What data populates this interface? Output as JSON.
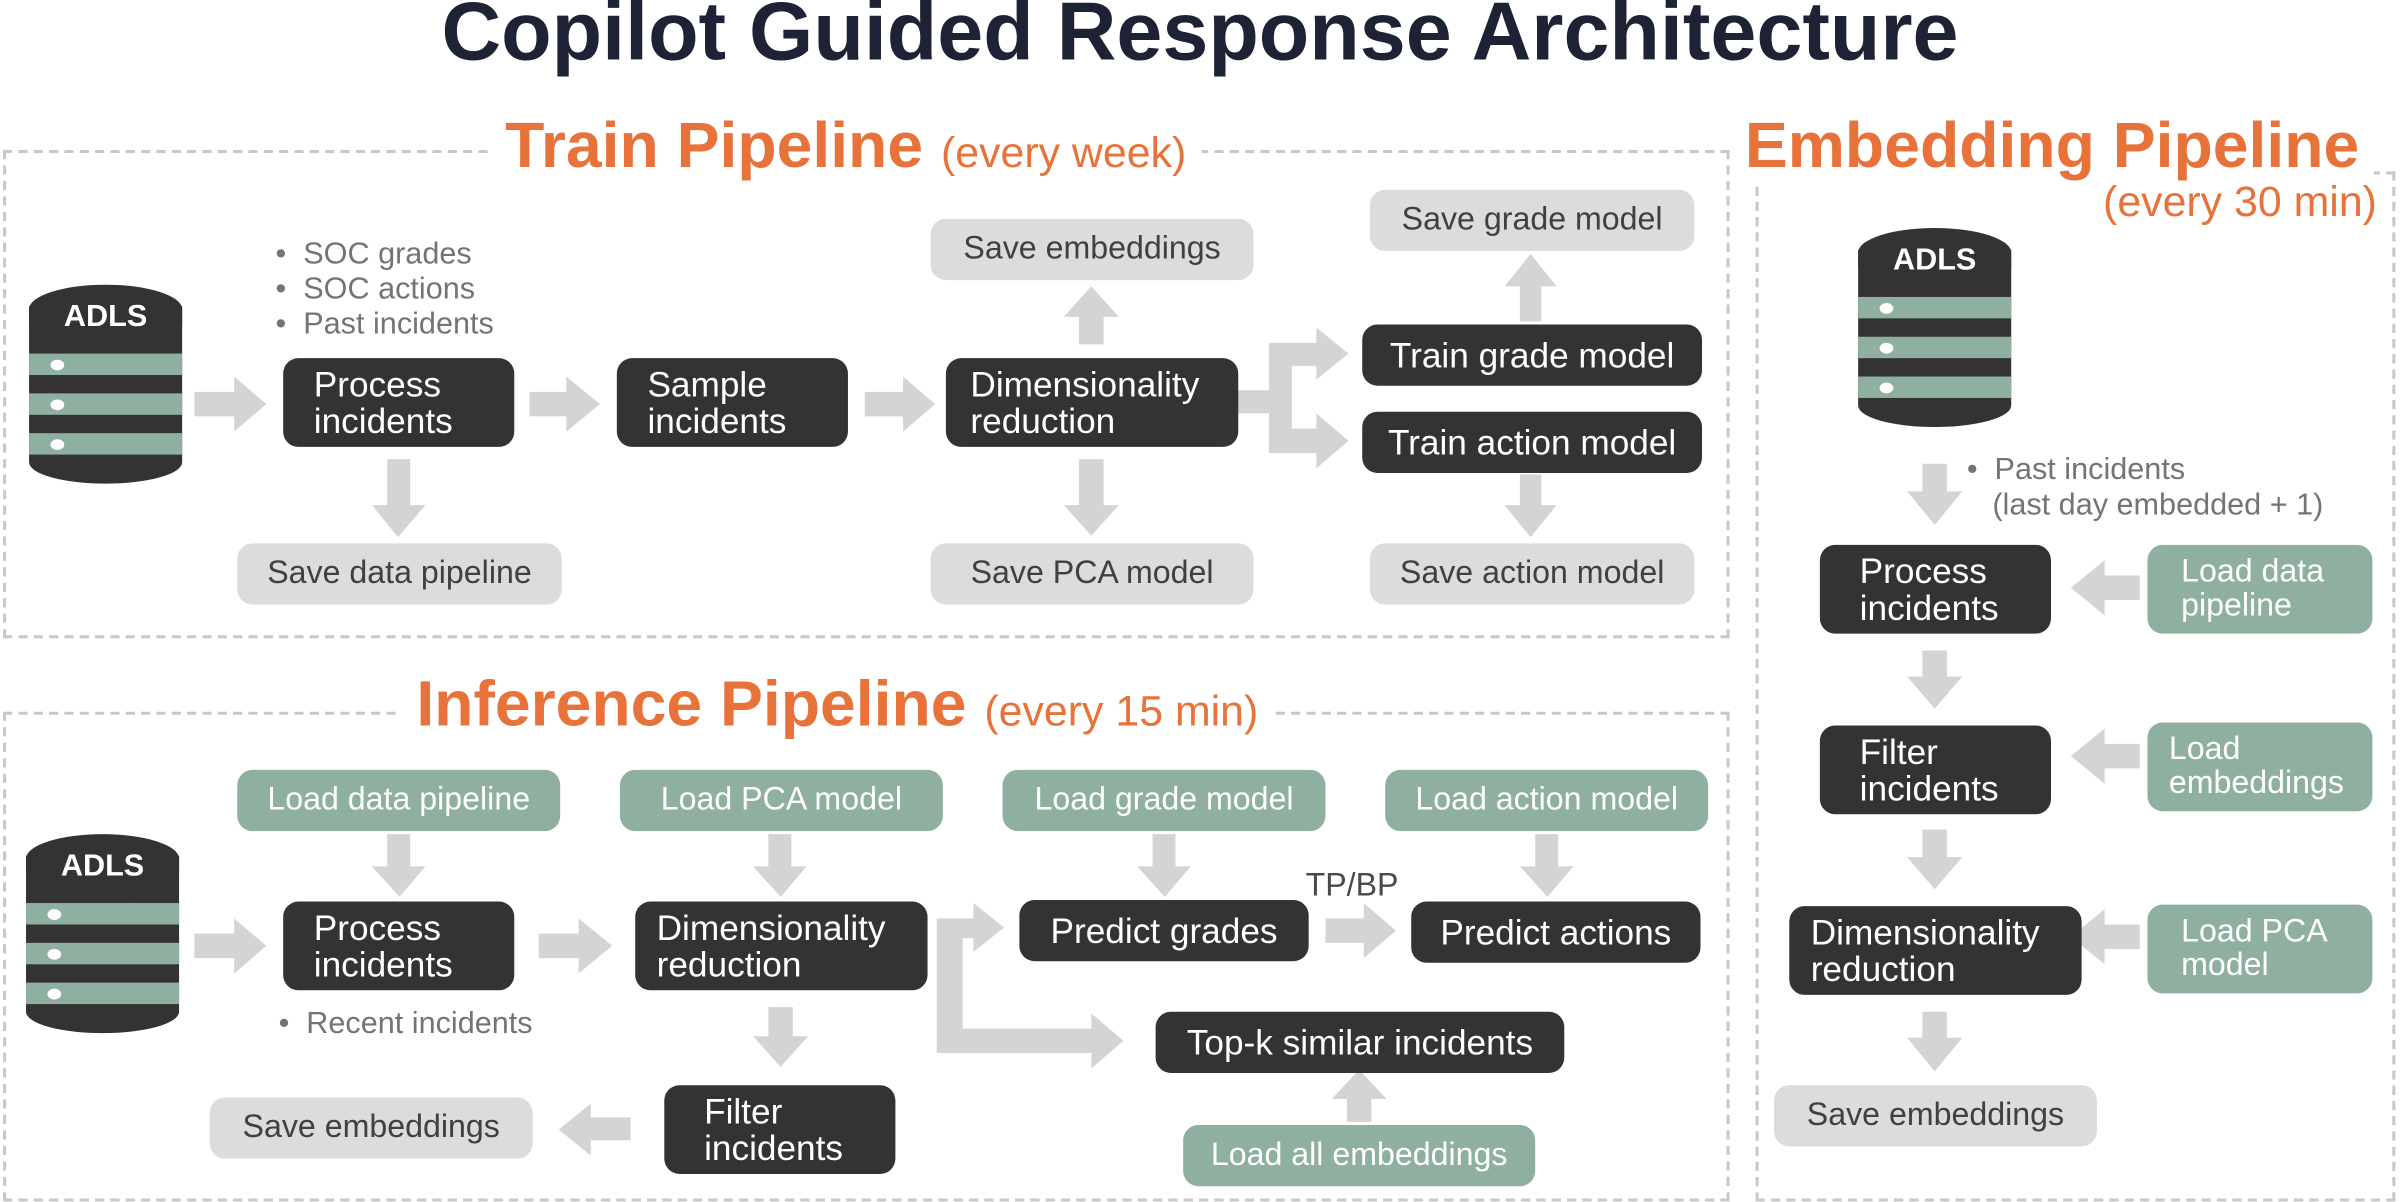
{
  "title": "Copilot Guided Response Architecture",
  "colors": {
    "accent": "#e8733a",
    "dark_box": "#333333",
    "gray_box": "#dcdcdc",
    "teal_box": "#8fafa1",
    "arrow": "#d4d4d4",
    "title": "#1e2235"
  },
  "train": {
    "title": "Train Pipeline",
    "schedule": "(every week)",
    "source": "ADLS",
    "inputs": "•  SOC grades\n•  SOC actions\n•  Past incidents",
    "process": "Process\nincidents",
    "sample": "Sample\nincidents",
    "dimred": "Dimensionality\nreduction",
    "train_grade": "Train grade model",
    "train_action": "Train action model",
    "save_data_pipeline": "Save data pipeline",
    "save_embeddings": "Save embeddings",
    "save_pca": "Save PCA model",
    "save_grade": "Save grade model",
    "save_action": "Save action model"
  },
  "inference": {
    "title": "Inference Pipeline",
    "schedule": "(every 15 min)",
    "source": "ADLS",
    "load_data_pipeline": "Load data pipeline",
    "load_pca": "Load PCA model",
    "load_grade": "Load grade model",
    "load_action": "Load action model",
    "process": "Process\nincidents",
    "recent": "•  Recent incidents",
    "dimred": "Dimensionality\nreduction",
    "predict_grades": "Predict grades",
    "tp_bp": "TP/BP",
    "predict_actions": "Predict actions",
    "topk": "Top-k similar incidents",
    "load_all_embeddings": "Load all embeddings",
    "filter": "Filter\nincidents",
    "save_embeddings": "Save embeddings"
  },
  "embedding": {
    "title": "Embedding Pipeline",
    "schedule": "(every 30 min)",
    "source": "ADLS",
    "past_note": "•  Past incidents\n   (last day embedded + 1)",
    "process": "Process\nincidents",
    "load_data_pipeline": "Load data\npipeline",
    "filter": "Filter\nincidents",
    "load_embeddings": "Load\nembeddings",
    "dimred": "Dimensionality\nreduction",
    "load_pca": "Load PCA\nmodel",
    "save_embeddings": "Save embeddings"
  }
}
